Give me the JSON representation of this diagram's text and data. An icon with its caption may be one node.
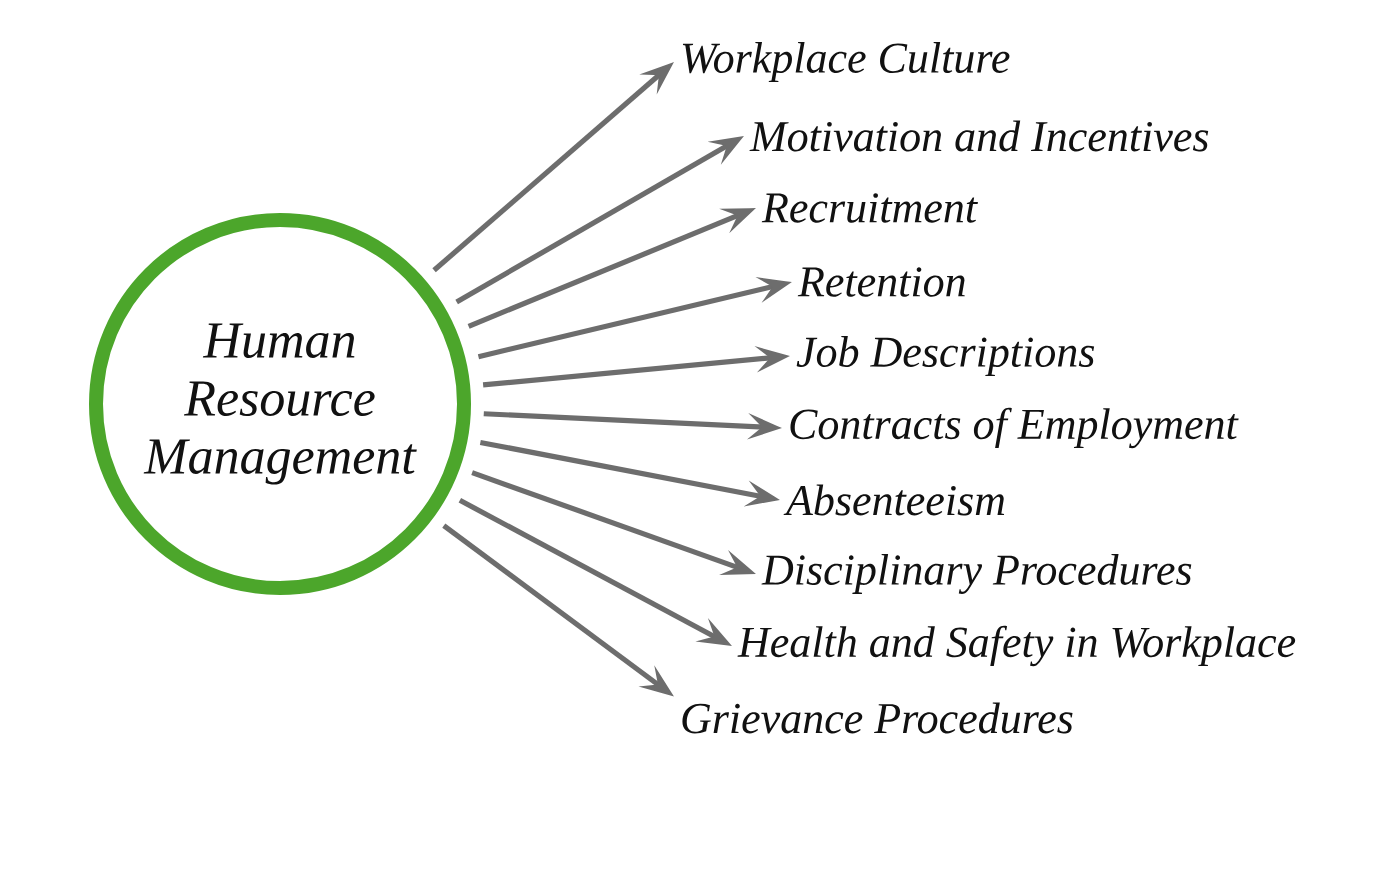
{
  "diagram": {
    "nodes": [
      {
        "text": [
          "Human Resource Management"
        ]
      },
      {
        "text": [
          "Workplace Culture"
        ]
      },
      {
        "text": [
          "Motivation and Incentives"
        ]
      },
      {
        "text": [
          "Recruitment"
        ]
      },
      {
        "text": [
          "Retention"
        ]
      },
      {
        "text": [
          "Job Descriptions"
        ]
      },
      {
        "text": [
          "Contracts of Employment"
        ]
      },
      {
        "text": [
          "Absenteeism"
        ]
      },
      {
        "text": [
          "Disciplinary Procedures"
        ]
      },
      {
        "text": [
          "Health and Safety in Workplace"
        ]
      },
      {
        "text": [
          "Grievance Procedures"
        ]
      }
    ],
    "edges": [
      {
        "from": 0,
        "to": 1,
        "arrow": "to"
      },
      {
        "from": 0,
        "to": 2,
        "arrow": "to"
      },
      {
        "from": 0,
        "to": 3,
        "arrow": "to"
      },
      {
        "from": 0,
        "to": 4,
        "arrow": "to"
      },
      {
        "from": 0,
        "to": 5,
        "arrow": "to"
      },
      {
        "from": 0,
        "to": 6,
        "arrow": "to"
      },
      {
        "from": 0,
        "to": 7,
        "arrow": "to"
      },
      {
        "from": 0,
        "to": 8,
        "arrow": "to"
      },
      {
        "from": 0,
        "to": 9,
        "arrow": "to"
      },
      {
        "from": 0,
        "to": 10,
        "arrow": "to"
      }
    ]
  }
}
